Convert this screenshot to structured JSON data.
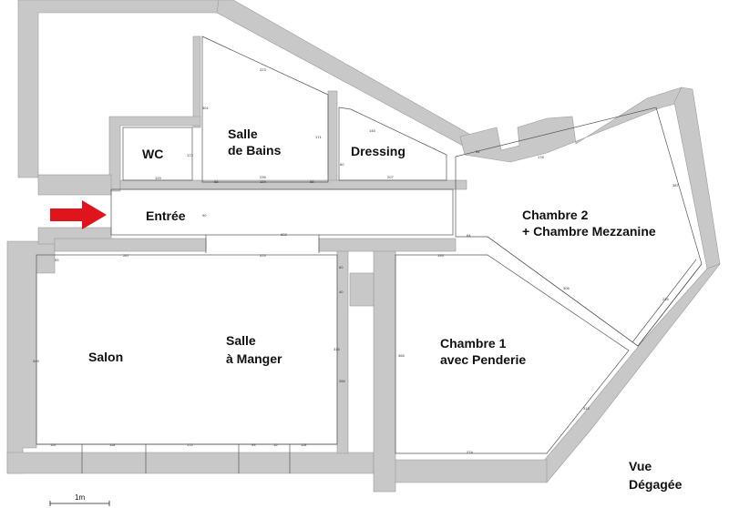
{
  "rooms": {
    "wc": "WC",
    "salle_de_bains_1": "Salle",
    "salle_de_bains_2": "de Bains",
    "dressing": "Dressing",
    "entree": "Entrée",
    "chambre2_1": "Chambre 2",
    "chambre2_2": "+ Chambre Mezzanine",
    "salon": "Salon",
    "salle_a_manger_1": "Salle",
    "salle_a_manger_2": "à Manger",
    "chambre1_1": "Chambre 1",
    "chambre1_2": "avec Penderie"
  },
  "annotations": {
    "vue_1": "Vue",
    "vue_2": "Dégagée",
    "scale": "1m"
  },
  "dimensions": {
    "d_wc": "129",
    "d_sdb_top": "223",
    "d_sdb_left": "301",
    "d_sdb_right": "171",
    "d_sdb_bottom": "235",
    "d_sdb_bottom2": "124",
    "d_sdb_a": "68",
    "d_sdb_b": "68",
    "d_dress_top": "145",
    "d_dress_bottom": "207",
    "d_dress_left": "60",
    "d_wc_h": "173",
    "d_ent_h": "90",
    "d_ent_bottom": "602",
    "d_ch2_top": "54",
    "d_ch2_top2": "178",
    "d_ch2_right": "387",
    "d_ch2_diag": "306",
    "d_ch2_right2": "216",
    "d_ch2_bottom": "64",
    "d_salon_top": "267",
    "d_salon_top2": "574",
    "d_salon_a": "93",
    "d_salon_left": "349",
    "d_salon_bottom_a": "110",
    "d_salon_bottom_b": "118",
    "d_salon_bottom_c": "172",
    "d_salon_bottom_d": "93",
    "d_salon_bottom_e": "15",
    "d_salon_bottom_f": "118",
    "d_sam_a": "60",
    "d_sam_b": "40",
    "d_sam_c": "315",
    "d_sam_d": "356",
    "d_ch1_top": "193",
    "d_ch1_left": "368",
    "d_ch1_right": "313",
    "d_ch1_bottom": "274"
  },
  "colors": {
    "wall": "#c8c8c8",
    "arrow": "#e0141c",
    "line": "#555555"
  }
}
